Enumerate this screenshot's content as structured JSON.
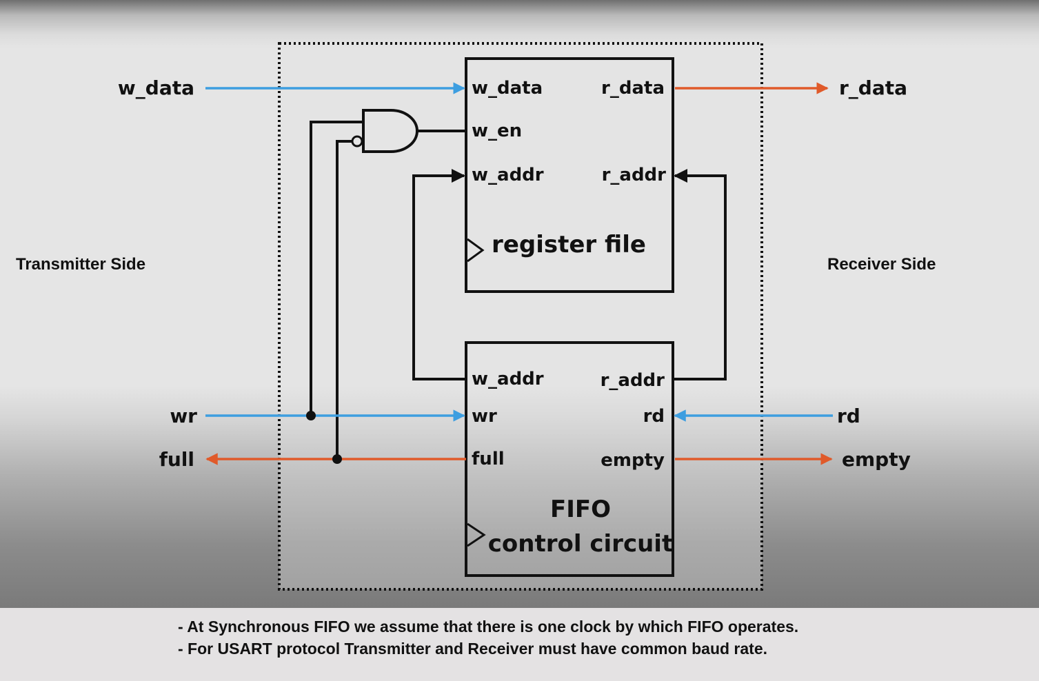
{
  "side_labels": {
    "transmitter": "Transmitter Side",
    "receiver": "Receiver Side"
  },
  "external_signals": {
    "w_data": "w_data",
    "r_data": "r_data",
    "wr": "wr",
    "full": "full",
    "rd": "rd",
    "empty": "empty"
  },
  "register_file": {
    "title": "register file",
    "ports": {
      "w_data": "w_data",
      "w_en": "w_en",
      "w_addr": "w_addr",
      "r_data": "r_data",
      "r_addr": "r_addr"
    }
  },
  "control_circuit": {
    "title_line1": "FIFO",
    "title_line2": "control circuit",
    "ports": {
      "w_addr": "w_addr",
      "r_addr": "r_addr",
      "wr": "wr",
      "rd": "rd",
      "full": "full",
      "empty": "empty"
    }
  },
  "notes": [
    "- At Synchronous FIFO we assume that there is one clock by which FIFO operates.",
    "- For USART protocol Transmitter and Receiver must have common baud rate."
  ],
  "colors": {
    "input_wire": "#3d9ee0",
    "output_wire": "#e05a2a",
    "wire": "#111111"
  }
}
